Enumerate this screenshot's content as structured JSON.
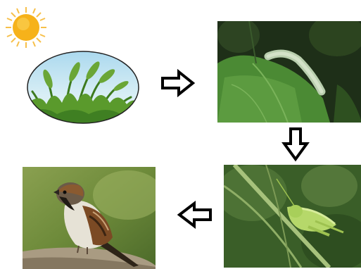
{
  "diagram": {
    "type": "food-chain",
    "steps": [
      {
        "id": "sun",
        "icon": "sun-icon"
      },
      {
        "id": "grass",
        "icon": "grass-plant-image"
      },
      {
        "id": "caterpillar",
        "icon": "caterpillar-on-leaf-image"
      },
      {
        "id": "grasshopper",
        "icon": "grasshopper-image"
      },
      {
        "id": "sparrow",
        "icon": "sparrow-image"
      }
    ],
    "arrows": [
      {
        "from": "grass",
        "to": "caterpillar",
        "direction": "right"
      },
      {
        "from": "caterpillar",
        "to": "grasshopper",
        "direction": "down"
      },
      {
        "from": "grasshopper",
        "to": "sparrow",
        "direction": "left"
      }
    ],
    "colors": {
      "sun": "#f6b21a",
      "sky": "#bfe3f2",
      "grass": "#5a9a2c",
      "leaf": "#3f7f2a",
      "photo_dark": "#1f3018",
      "arrow_outline": "#000000",
      "arrow_fill": "#ffffff"
    }
  }
}
